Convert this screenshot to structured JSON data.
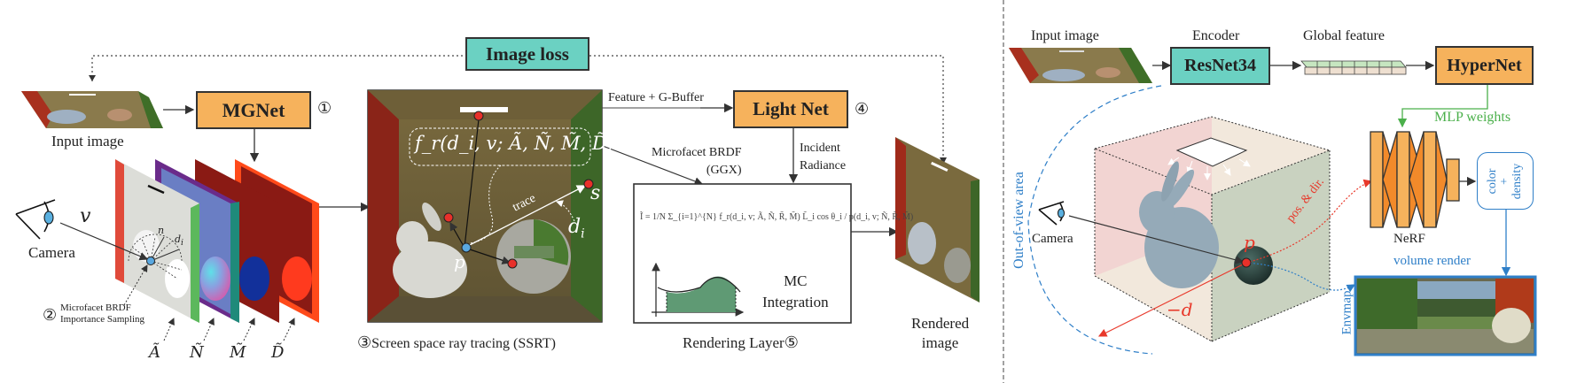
{
  "left_panel": {
    "image_loss": "Image loss",
    "input_image_label": "Input image",
    "mgnet": {
      "label": "MGNet",
      "step": "①"
    },
    "camera_label": "Camera",
    "view_symbol": "v",
    "normal_symbol": "n",
    "dir_symbol": "d",
    "dir_sub": "i",
    "sampling": {
      "step": "②",
      "line1": "Microfacet BRDF",
      "line2": "Importance Sampling"
    },
    "gbuffers": [
      "Ã",
      "Ñ",
      "M̃",
      "D̃"
    ],
    "ssrt": {
      "brdf_formula": "f_r(d_i, v; Ã, Ñ, M̃, D̃)",
      "trace_label": "trace",
      "p_label": "p",
      "s_label": "s",
      "di_label": "d",
      "caption_step": "③",
      "caption": "Screen space ray tracing (SSRT)"
    },
    "feature_gbuffer": "Feature + G-Buffer",
    "lightnet": {
      "label": "Light Net",
      "step": "④"
    },
    "incident_radiance": [
      "Incident",
      "Radiance"
    ],
    "microfacet_brdf": [
      "Microfacet BRDF",
      "(GGX)"
    ],
    "rendering_layer": {
      "equation": "Ĩ = 1/N Σ_{i=1}^{N} f_r(d_i, v; Ã, Ñ, R̃, M̃) L̃_i cos θ_i / p(d_i, v; Ñ, R̃, M̃)",
      "mc_label": [
        "MC",
        "Integration"
      ],
      "caption": "Rendering Layer",
      "caption_step": "⑤"
    },
    "rendered_image_label": [
      "Rendered",
      "image"
    ]
  },
  "right_panel": {
    "input_image_label": "Input image",
    "encoder_label": "Encoder",
    "resnet": "ResNet34",
    "global_feature": "Global feature",
    "hypernet": "HyperNet",
    "mlp_weights": "MLP weights",
    "out_of_view": "Out-of-view area",
    "camera_label": "Camera",
    "p_label": "p",
    "neg_d_label": "−d",
    "pos_dir_label": "pos. & dir.",
    "nerf_label": "NeRF",
    "color_density": [
      "color",
      "+",
      "density"
    ],
    "volume_render": "volume render",
    "envmap": "Envmap"
  },
  "colors": {
    "orange_box": "#f6b25c",
    "teal_box": "#6bd1c2",
    "blue_accent": "#2f7fc8",
    "green_accent": "#4bb04b",
    "red_accent": "#e8382a"
  }
}
